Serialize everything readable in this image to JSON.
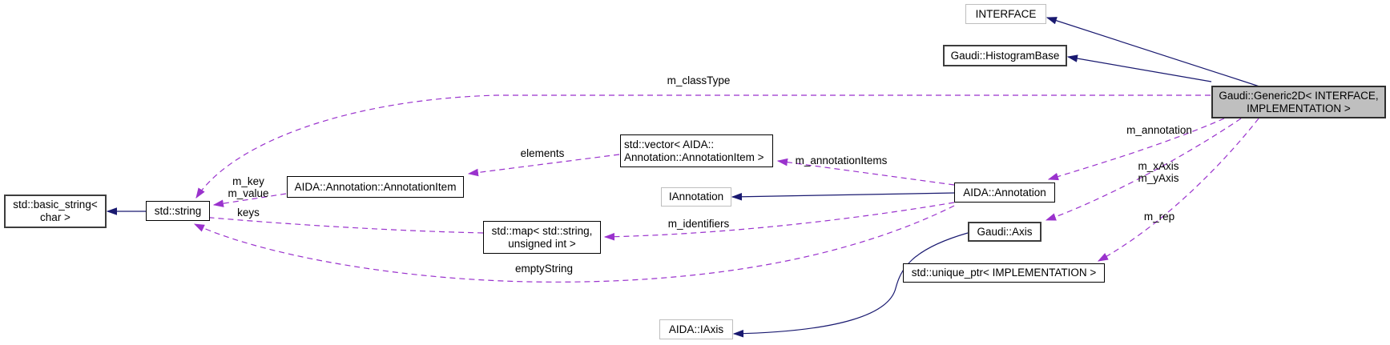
{
  "diagram_type": "doxygen-collaboration-graph",
  "colors": {
    "inheritance_edge": "#191970",
    "usage_edge": "#9a32cd",
    "selected_node_fill": "#bfbfbf",
    "external_node_border": "#bebebe",
    "node_border": "#000000",
    "background": "#ffffff"
  },
  "nodes": {
    "interface": {
      "label": "INTERFACE"
    },
    "histogram_base": {
      "label": "Gaudi::HistogramBase"
    },
    "generic2d": {
      "label": "Gaudi::Generic2D< INTERFACE,\nIMPLEMENTATION >"
    },
    "vector_annotation_item": {
      "label": "std::vector< AIDA::\nAnnotation::AnnotationItem >"
    },
    "iannotation": {
      "label": "IAnnotation"
    },
    "annotation": {
      "label": "AIDA::Annotation"
    },
    "annotation_item": {
      "label": "AIDA::Annotation::AnnotationItem"
    },
    "basic_string": {
      "label": "std::basic_string<\nchar >"
    },
    "std_string": {
      "label": "std::string"
    },
    "std_map": {
      "label": "std::map< std::string,\nunsigned int >"
    },
    "axis": {
      "label": "Gaudi::Axis"
    },
    "unique_ptr": {
      "label": "std::unique_ptr< IMPLEMENTATION >"
    },
    "iaxis": {
      "label": "AIDA::IAxis"
    }
  },
  "edge_labels": {
    "m_classType": "m_classType",
    "elements": "elements",
    "m_annotationItems": "m_annotationItems",
    "m_annotation": "m_annotation",
    "m_xAxis_m_yAxis": "m_xAxis\nm_yAxis",
    "m_rep": "m_rep",
    "m_identifiers": "m_identifiers",
    "m_key_m_value": "m_key\nm_value",
    "keys": "keys",
    "emptyString": "emptyString"
  }
}
